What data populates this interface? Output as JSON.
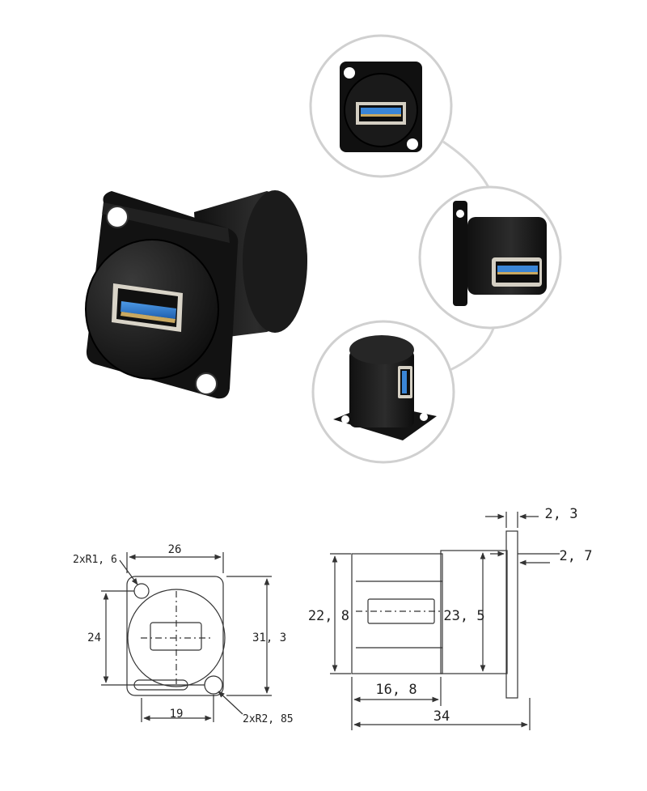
{
  "front_view": {
    "width_dim": "26",
    "hole_spacing_dim": "24",
    "height_dim": "31, 3",
    "bottom_dim": "19",
    "small_radius_label": "2xR1, 6",
    "large_radius_label": "2xR2, 85"
  },
  "side_view": {
    "flange_thickness_dim": "2, 3",
    "flange_offset_dim": "2, 7",
    "body_height_dim": "22, 8",
    "collar_height_dim": "23, 5",
    "port_depth_dim": "16, 8",
    "total_length_dim": "34"
  },
  "colors": {
    "connector_body": "#141414",
    "usb_blue": "#2f7fd6",
    "callout_ring": "#d0d0d0",
    "dimension_line": "#333333"
  }
}
